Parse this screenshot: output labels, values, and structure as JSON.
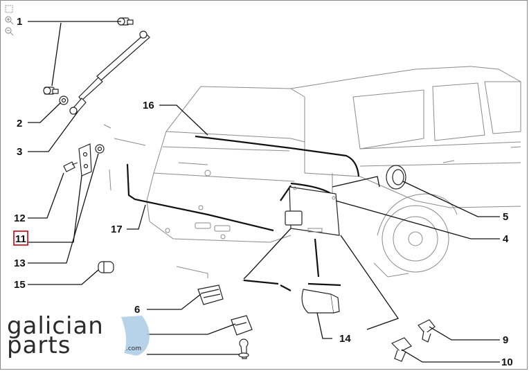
{
  "callouts": [
    {
      "id": "1",
      "label": "1",
      "highlighted": false
    },
    {
      "id": "2",
      "label": "2",
      "highlighted": false
    },
    {
      "id": "3",
      "label": "3",
      "highlighted": false
    },
    {
      "id": "4",
      "label": "4",
      "highlighted": false
    },
    {
      "id": "5",
      "label": "5",
      "highlighted": false
    },
    {
      "id": "6",
      "label": "6",
      "highlighted": false
    },
    {
      "id": "9",
      "label": "9",
      "highlighted": false
    },
    {
      "id": "10",
      "label": "10",
      "highlighted": false
    },
    {
      "id": "11",
      "label": "11",
      "highlighted": true
    },
    {
      "id": "12",
      "label": "12",
      "highlighted": false
    },
    {
      "id": "13",
      "label": "13",
      "highlighted": false
    },
    {
      "id": "14",
      "label": "14",
      "highlighted": false
    },
    {
      "id": "15",
      "label": "15",
      "highlighted": false
    },
    {
      "id": "16",
      "label": "16",
      "highlighted": false
    },
    {
      "id": "17",
      "label": "17",
      "highlighted": false
    }
  ],
  "logo": {
    "word1": "galician",
    "word2": "parts",
    "suffix": ".com"
  },
  "tools": {
    "fit_icon": "fit-to-screen-icon",
    "zoom_in_icon": "zoom-in-icon",
    "zoom_out_icon": "zoom-out-icon"
  },
  "colors": {
    "highlight": "#c8202a",
    "logo_accent": "#a9cbe6",
    "line": "#111111",
    "car_outline": "#8a8a8a"
  }
}
